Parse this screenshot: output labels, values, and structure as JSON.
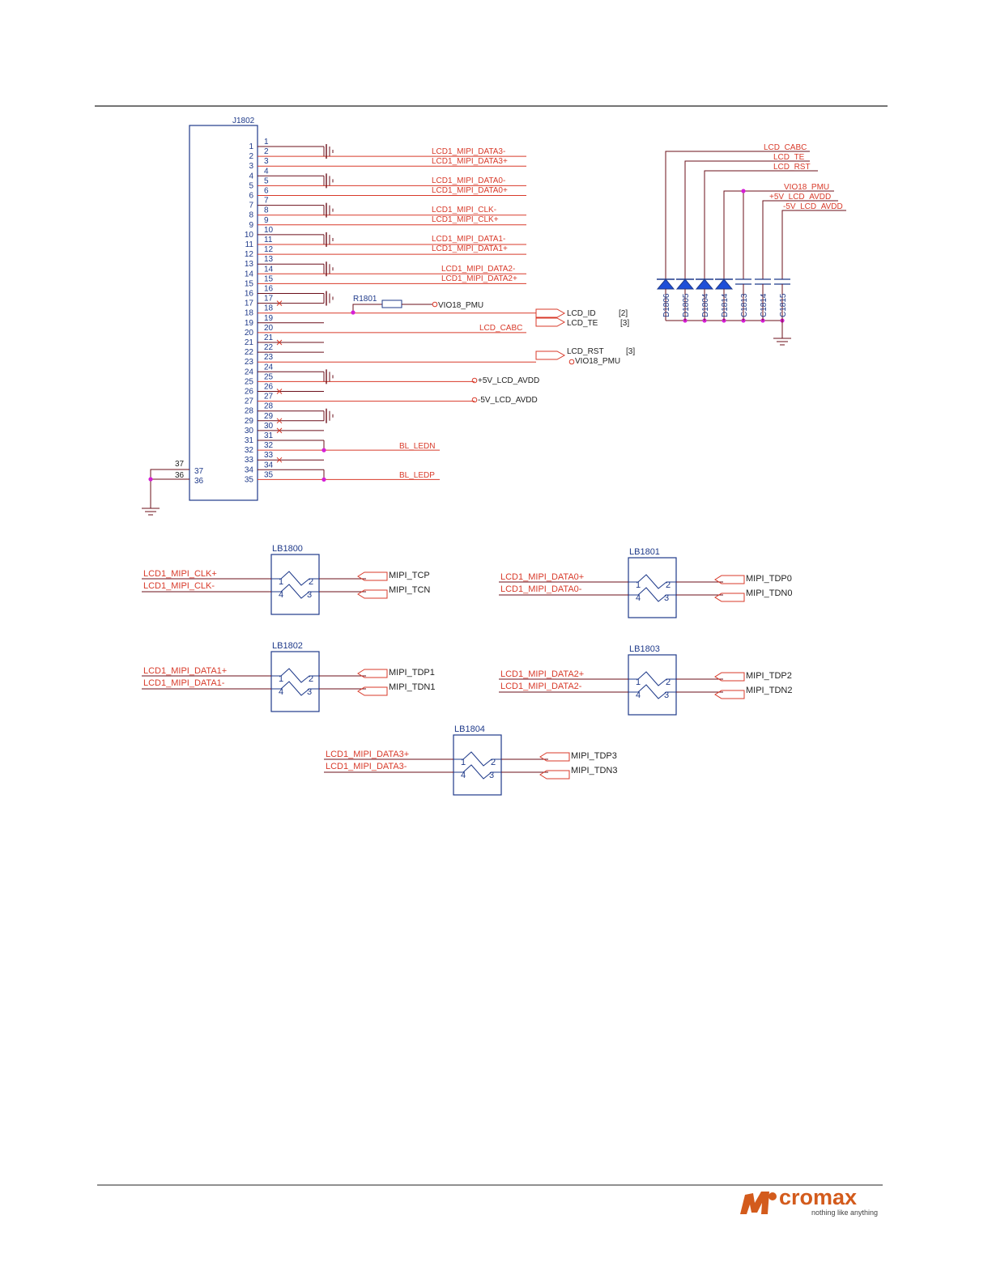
{
  "connector": {
    "ref": "J1802",
    "left_pins": [
      "1",
      "2",
      "3",
      "4",
      "5",
      "6",
      "7",
      "8",
      "9",
      "10",
      "11",
      "12",
      "13",
      "14",
      "15",
      "16",
      "17",
      "18",
      "19",
      "20",
      "21",
      "22",
      "23",
      "24",
      "25",
      "26",
      "27",
      "28",
      "29",
      "30",
      "31",
      "32",
      "33",
      "34",
      "35"
    ],
    "right_pins": [
      "1",
      "2",
      "3",
      "4",
      "5",
      "6",
      "7",
      "8",
      "9",
      "10",
      "11",
      "12",
      "13",
      "14",
      "15",
      "16",
      "17",
      "18",
      "19",
      "20",
      "21",
      "22",
      "23",
      "24",
      "25",
      "26",
      "27",
      "28",
      "29",
      "30",
      "31",
      "32",
      "33",
      "34",
      "35"
    ],
    "inner_pins": [
      "37",
      "36"
    ],
    "outer_pins": [
      "37",
      "36"
    ]
  },
  "nets": {
    "data3n": "LCD1_MIPI_DATA3-",
    "data3p": "LCD1_MIPI_DATA3+",
    "data0n": "LCD1_MIPI_DATA0-",
    "data0p": "LCD1_MIPI_DATA0+",
    "clkn": "LCD1_MIPI_CLK-",
    "clkp": "LCD1_MIPI_CLK+",
    "data1n": "LCD1_MIPI_DATA1-",
    "data1p": "LCD1_MIPI_DATA1+",
    "data2n": "LCD1_MIPI_DATA2-",
    "data2p": "LCD1_MIPI_DATA2+",
    "cabc": "LCD_CABC",
    "bl_ledn": "BL_LEDN",
    "bl_ledp": "BL_LEDP"
  },
  "resistor": {
    "ref": "R1801",
    "net": "VIO18_PMU"
  },
  "ports": {
    "lcd_id": "LCD_ID",
    "lcd_id_ref": "[2]",
    "lcd_te": "LCD_TE",
    "lcd_te_ref": "[3]",
    "lcd_rst": "LCD_RST",
    "lcd_rst_ref": "[3]",
    "vio18": "VIO18_PMU",
    "p5v": "+5V_LCD_AVDD",
    "n5v": "-5V_LCD_AVDD"
  },
  "protection": {
    "nets": [
      "LCD_CABC",
      "LCD_TE",
      "LCD_RST",
      "VIO18_PMU",
      "+5V_LCD_AVDD",
      "-5V_LCD_AVDD"
    ],
    "parts": [
      "D1806",
      "D1805",
      "D1804",
      "D1814",
      "C1813",
      "C1814",
      "C1815"
    ]
  },
  "beads": [
    {
      "ref": "LB1800",
      "in_p": "LCD1_MIPI_CLK+",
      "in_n": "LCD1_MIPI_CLK-",
      "out_p": "MIPI_TCP",
      "out_n": "MIPI_TCN"
    },
    {
      "ref": "LB1801",
      "in_p": "LCD1_MIPI_DATA0+",
      "in_n": "LCD1_MIPI_DATA0-",
      "out_p": "MIPI_TDP0",
      "out_n": "MIPI_TDN0"
    },
    {
      "ref": "LB1802",
      "in_p": "LCD1_MIPI_DATA1+",
      "in_n": "LCD1_MIPI_DATA1-",
      "out_p": "MIPI_TDP1",
      "out_n": "MIPI_TDN1"
    },
    {
      "ref": "LB1803",
      "in_p": "LCD1_MIPI_DATA2+",
      "in_n": "LCD1_MIPI_DATA2-",
      "out_p": "MIPI_TDP2",
      "out_n": "MIPI_TDN2"
    },
    {
      "ref": "LB1804",
      "in_p": "LCD1_MIPI_DATA3+",
      "in_n": "LCD1_MIPI_DATA3-",
      "out_p": "MIPI_TDP3",
      "out_n": "MIPI_TDN3"
    }
  ],
  "bead_pins": [
    "1",
    "2",
    "4",
    "3"
  ],
  "logo": {
    "word": "cromax",
    "tagline": "nothing like anything"
  },
  "colors": {
    "wire_red": "#d83a2a",
    "symbol_blue": "#1f3a8a",
    "junction": "#d61fd6",
    "logo_orange": "#d35b1c"
  }
}
